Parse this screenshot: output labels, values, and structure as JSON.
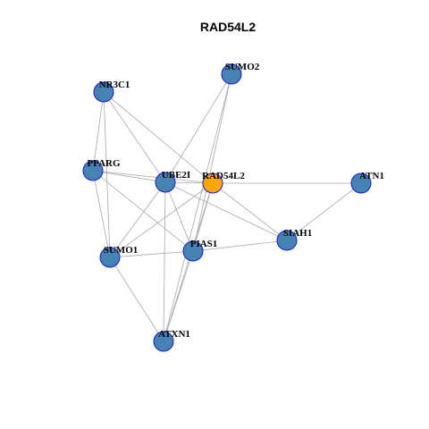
{
  "graph": {
    "title": "RAD54L2",
    "colors": {
      "node_default": "#4682b4",
      "node_focus": "#ffa500",
      "node_border": "#1a1acc",
      "edge": "#a8a8a8"
    },
    "nodes": [
      {
        "id": "RAD54L2",
        "label": "RAD54L2",
        "focus": true
      },
      {
        "id": "SUMO2",
        "label": "SUMO2"
      },
      {
        "id": "NR3C1",
        "label": "NR3C1"
      },
      {
        "id": "PPARG",
        "label": "PPARG"
      },
      {
        "id": "UBE2I",
        "label": "UBE2I"
      },
      {
        "id": "ATN1",
        "label": "ATN1"
      },
      {
        "id": "SIAH1",
        "label": "SIAH1"
      },
      {
        "id": "PIAS1",
        "label": "PIAS1"
      },
      {
        "id": "SUMO1",
        "label": "SUMO1"
      },
      {
        "id": "ATXN1",
        "label": "ATXN1"
      }
    ],
    "edges": [
      [
        "NR3C1",
        "UBE2I"
      ],
      [
        "NR3C1",
        "RAD54L2"
      ],
      [
        "NR3C1",
        "PPARG"
      ],
      [
        "NR3C1",
        "SUMO1"
      ],
      [
        "SUMO2",
        "UBE2I"
      ],
      [
        "SUMO2",
        "PIAS1"
      ],
      [
        "SUMO2",
        "ATXN1"
      ],
      [
        "PPARG",
        "UBE2I"
      ],
      [
        "PPARG",
        "RAD54L2"
      ],
      [
        "PPARG",
        "SUMO1"
      ],
      [
        "PPARG",
        "PIAS1"
      ],
      [
        "UBE2I",
        "RAD54L2"
      ],
      [
        "UBE2I",
        "SUMO1"
      ],
      [
        "UBE2I",
        "PIAS1"
      ],
      [
        "UBE2I",
        "ATXN1"
      ],
      [
        "UBE2I",
        "SIAH1"
      ],
      [
        "RAD54L2",
        "ATN1"
      ],
      [
        "RAD54L2",
        "SIAH1"
      ],
      [
        "RAD54L2",
        "SUMO1"
      ],
      [
        "RAD54L2",
        "ATXN1"
      ],
      [
        "RAD54L2",
        "PIAS1"
      ],
      [
        "ATN1",
        "SIAH1"
      ],
      [
        "SIAH1",
        "PIAS1"
      ],
      [
        "PIAS1",
        "SUMO1"
      ],
      [
        "PIAS1",
        "ATXN1"
      ],
      [
        "SUMO1",
        "ATXN1"
      ]
    ]
  }
}
